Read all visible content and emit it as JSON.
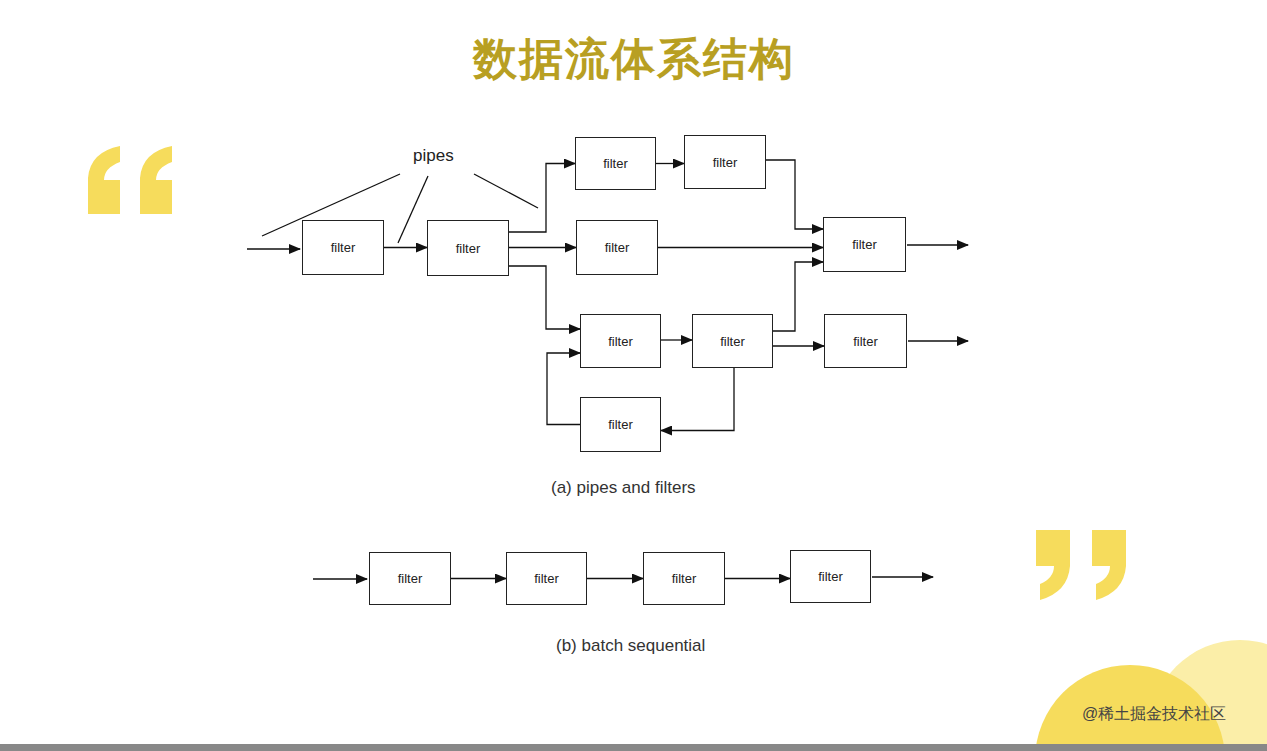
{
  "diagram": {
    "title": "数据流体系结构",
    "nodes": [
      {
        "text": [
          "filter"
        ]
      },
      {
        "text": [
          "filter"
        ]
      },
      {
        "text": [
          "filter"
        ]
      },
      {
        "text": [
          "filter"
        ]
      },
      {
        "text": [
          "filter"
        ]
      },
      {
        "text": [
          "filter"
        ]
      },
      {
        "text": [
          "filter"
        ]
      },
      {
        "text": [
          "filter"
        ]
      },
      {
        "text": [
          "filter"
        ]
      },
      {
        "text": [
          "filter"
        ]
      },
      {
        "text": [
          "filter"
        ]
      },
      {
        "text": [
          "filter"
        ]
      },
      {
        "text": [
          "filter"
        ]
      },
      {
        "text": [
          "filter"
        ]
      }
    ],
    "edges": [
      {
        "from": 0,
        "to": 1,
        "arrow": "to"
      },
      {
        "from": 1,
        "to": 2,
        "arrow": "to"
      },
      {
        "from": 1,
        "to": 4,
        "arrow": "to"
      },
      {
        "from": 1,
        "to": 6,
        "arrow": "to"
      },
      {
        "from": 2,
        "to": 3,
        "arrow": "to"
      },
      {
        "from": 3,
        "to": 5,
        "arrow": "to"
      },
      {
        "from": 4,
        "to": 5,
        "arrow": "to"
      },
      {
        "from": 7,
        "to": 5,
        "arrow": "to"
      },
      {
        "from": 6,
        "to": 7,
        "arrow": "to"
      },
      {
        "from": 7,
        "to": 8,
        "arrow": "to"
      },
      {
        "from": 7,
        "to": 9,
        "arrow": "to"
      },
      {
        "from": 9,
        "to": 6,
        "arrow": "to"
      },
      {
        "from": 10,
        "to": 11,
        "arrow": "to"
      },
      {
        "from": 11,
        "to": 12,
        "arrow": "to"
      },
      {
        "from": 12,
        "to": 13,
        "arrow": "to"
      }
    ],
    "labels": [
      "pipes",
      "(a)  pipes and filters",
      "(b)  batch sequential",
      "@稀土掘金技术社区"
    ]
  }
}
